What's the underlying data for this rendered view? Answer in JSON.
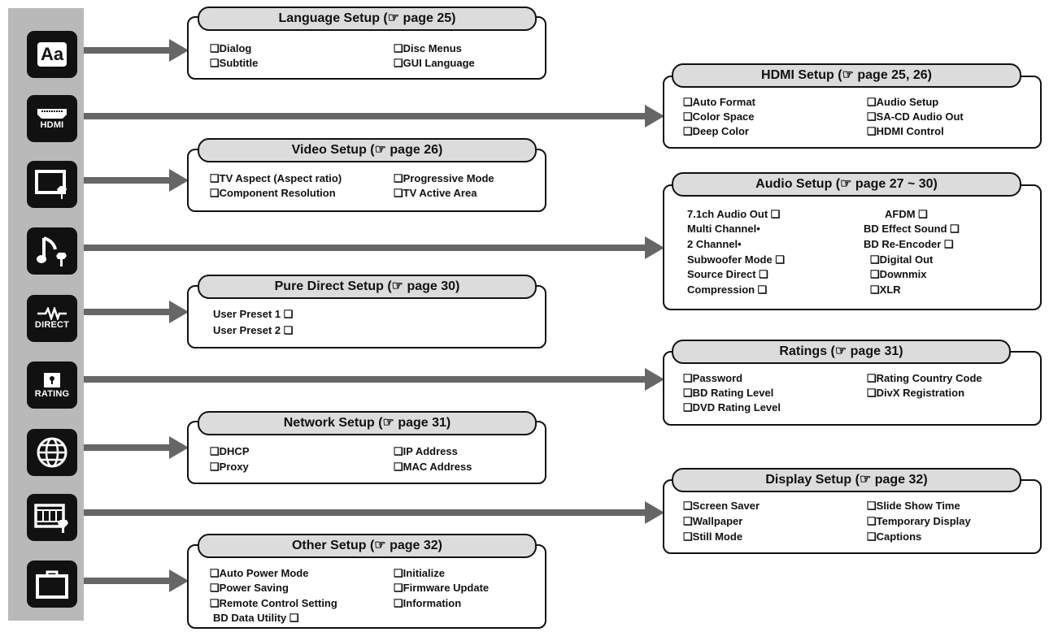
{
  "sidebar": {
    "icons": [
      {
        "name": "language-icon",
        "label": "Aa"
      },
      {
        "name": "hdmi-icon",
        "label": "HDMI"
      },
      {
        "name": "video-icon",
        "label": ""
      },
      {
        "name": "audio-icon",
        "label": ""
      },
      {
        "name": "pure-direct-icon",
        "label": "DIRECT"
      },
      {
        "name": "rating-icon",
        "label": "RATING"
      },
      {
        "name": "network-icon",
        "label": ""
      },
      {
        "name": "display-icon",
        "label": ""
      },
      {
        "name": "other-icon",
        "label": ""
      }
    ]
  },
  "panels": {
    "language": {
      "title": "Language Setup (☞ page 25)",
      "items": [
        "❑Dialog",
        "❑Subtitle",
        "❑Disc Menus",
        "❑GUI Language"
      ]
    },
    "hdmi": {
      "title": "HDMI Setup (☞ page 25, 26)",
      "items": [
        "❑Auto Format",
        "❑Color Space",
        "❑Deep Color",
        "❑Audio Setup",
        "❑SA-CD Audio Out",
        "❑HDMI Control"
      ]
    },
    "video": {
      "title": "Video Setup (☞ page 26)",
      "items": [
        "❑TV Aspect (Aspect ratio)",
        "❑Component Resolution",
        "❑Progressive Mode",
        "❑TV Active Area"
      ]
    },
    "audio": {
      "title": "Audio Setup (☞ page 27 ~ 30)",
      "items": [
        "7.1ch Audio Out ❑",
        "Multi Channel•",
        "2 Channel•",
        "Subwoofer Mode ❑",
        "Source Direct ❑",
        "Compression ❑",
        "AFDM ❑",
        "BD Effect Sound ❑",
        "BD Re-Encoder ❑",
        "❑Digital Out",
        "❑Downmix",
        "❑XLR"
      ]
    },
    "pure_direct": {
      "title": "Pure Direct Setup (☞ page 30)",
      "items": [
        "User Preset 1 ❑",
        "User Preset 2 ❑"
      ]
    },
    "ratings": {
      "title": "Ratings (☞ page 31)",
      "items": [
        "❑Password",
        "❑BD Rating Level",
        "❑DVD Rating Level",
        "❑Rating Country Code",
        "❑DivX Registration"
      ]
    },
    "network": {
      "title": "Network Setup (☞ page 31)",
      "items": [
        "❑DHCP",
        "❑Proxy",
        "❑IP Address",
        "❑MAC Address"
      ]
    },
    "display": {
      "title": "Display Setup (☞ page 32)",
      "items": [
        "❑Screen Saver",
        "❑Wallpaper",
        "❑Still Mode",
        "❑Slide Show Time",
        "❑Temporary Display",
        "❑Captions"
      ]
    },
    "other": {
      "title": "Other Setup (☞ page 32)",
      "items": [
        "❑Auto Power Mode",
        "❑Power Saving",
        "❑Remote Control Setting",
        "BD Data Utility ❑",
        "❑Initialize",
        "❑Firmware Update",
        "❑Information"
      ]
    }
  }
}
